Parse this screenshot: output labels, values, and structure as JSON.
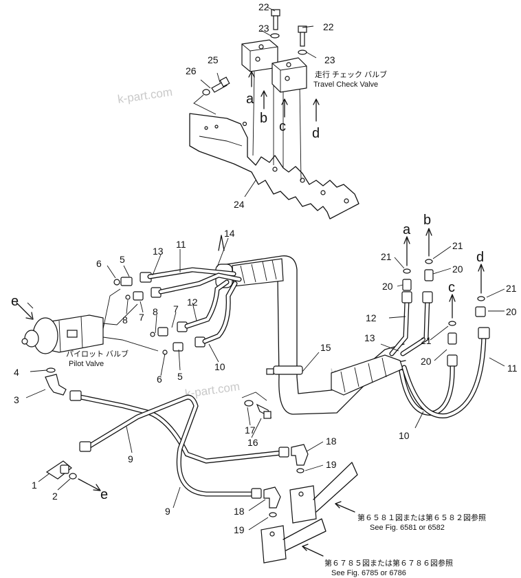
{
  "watermark": "k-part.com",
  "callouts": {
    "p1": "1",
    "p2": "2",
    "p3": "3",
    "p4": "4",
    "p5": "5",
    "p5b": "5",
    "p6": "6",
    "p6b": "6",
    "p7": "7",
    "p7b": "7",
    "p8": "8",
    "p8b": "8",
    "p9": "9",
    "p9b": "9",
    "p10": "10",
    "p10b": "10",
    "p11": "11",
    "p11b": "11",
    "p12": "12",
    "p12b": "12",
    "p13": "13",
    "p13b": "13",
    "p14": "14",
    "p15": "15",
    "p16": "16",
    "p17": "17",
    "p18": "18",
    "p18b": "18",
    "p19": "19",
    "p19b": "19",
    "p20": "20",
    "p20b": "20",
    "p20c": "20",
    "p21": "21",
    "p21b": "21",
    "p21c": "21",
    "p22": "22",
    "p22b": "22",
    "p23": "23",
    "p23b": "23",
    "p24": "24",
    "p25": "25",
    "p26": "26"
  },
  "letters": {
    "a_top": "a",
    "b_top": "b",
    "c_top": "c",
    "d_top": "d",
    "a_right": "a",
    "b_right": "b",
    "c_right": "c",
    "d_right": "d",
    "e_left": "e",
    "e_bottom": "e"
  },
  "notes": {
    "travel_jp": "走行 チェック バルブ",
    "travel_en": "Travel Check Valve",
    "pilot_jp": "パイロット バルブ",
    "pilot_en": "Pilot Valve",
    "ref1_jp": "第６５８１図または第６５８２図参照",
    "ref1_en": "See Fig. 6581 or 6582",
    "ref2_jp": "第６７８５図または第６７８６図参照",
    "ref2_en": "See Fig. 6785 or 6786"
  }
}
